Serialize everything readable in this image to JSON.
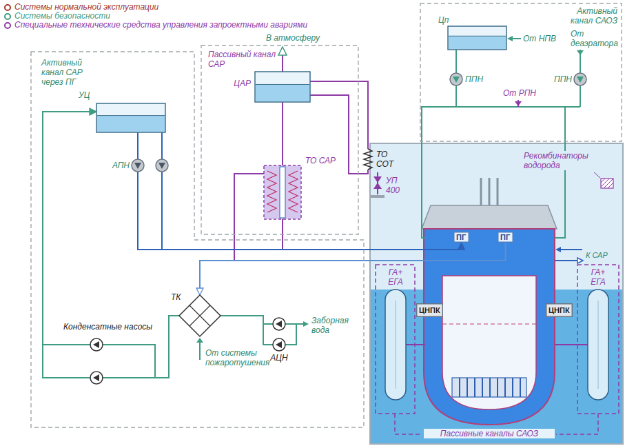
{
  "diagram": {
    "nodes": [
      {
        "text": [
          "Активный канал САР через ПГ"
        ]
      },
      {
        "text": [
          "УЦ"
        ],
        "in": 0
      },
      {
        "text": [
          "ТК"
        ],
        "in": 0
      },
      {
        "text": [
          "Пассивный канал САР"
        ]
      },
      {
        "text": [
          "ЦАР"
        ],
        "in": 3
      },
      {
        "text": [
          "ТО САР"
        ],
        "in": 3
      },
      {
        "text": [
          "Активный канал САОЗ"
        ]
      },
      {
        "text": [
          "Цп"
        ],
        "in": 6
      },
      {
        "text": [
          "ПГ"
        ]
      },
      {
        "text": [
          "ПГ"
        ]
      },
      {
        "text": [
          "ЦНПК"
        ]
      },
      {
        "text": [
          "ЦНПК"
        ]
      },
      {
        "text": [
          "ГА+ ЕГА"
        ]
      },
      {
        "text": [
          "ГА+ ЕГА"
        ]
      }
    ],
    "edges": [
      {
        "from": 2,
        "to": 1,
        "arrow": "to"
      },
      {
        "from": 1,
        "to": 8,
        "arrow": "to"
      },
      {
        "from": 9,
        "to": 2,
        "arrow": "to"
      },
      {
        "from": 4,
        "to": 5,
        "arrow": "none"
      }
    ],
    "labels": [
      "В атмосферу",
      "От НПВ",
      "От деаэратора",
      "ППН",
      "ППН",
      "От РПН",
      "ТО СОТ",
      "УП 400",
      "Рекомбинаторы водорода",
      "АПН",
      "К САР",
      "Конденсатные насосы",
      "Заборная вода",
      "От системы пожаротушения",
      "АЦН",
      "Пассивные каналы САОЗ"
    ],
    "legend": [
      {
        "text": "Системы нормальной эксплуатации",
        "color": "#a5372b"
      },
      {
        "text": "Системы безопасности",
        "color": "#3f9c82"
      },
      {
        "text": "Специальные технические средства управления запроектными авариями",
        "color": "#8e3aa6"
      }
    ]
  }
}
